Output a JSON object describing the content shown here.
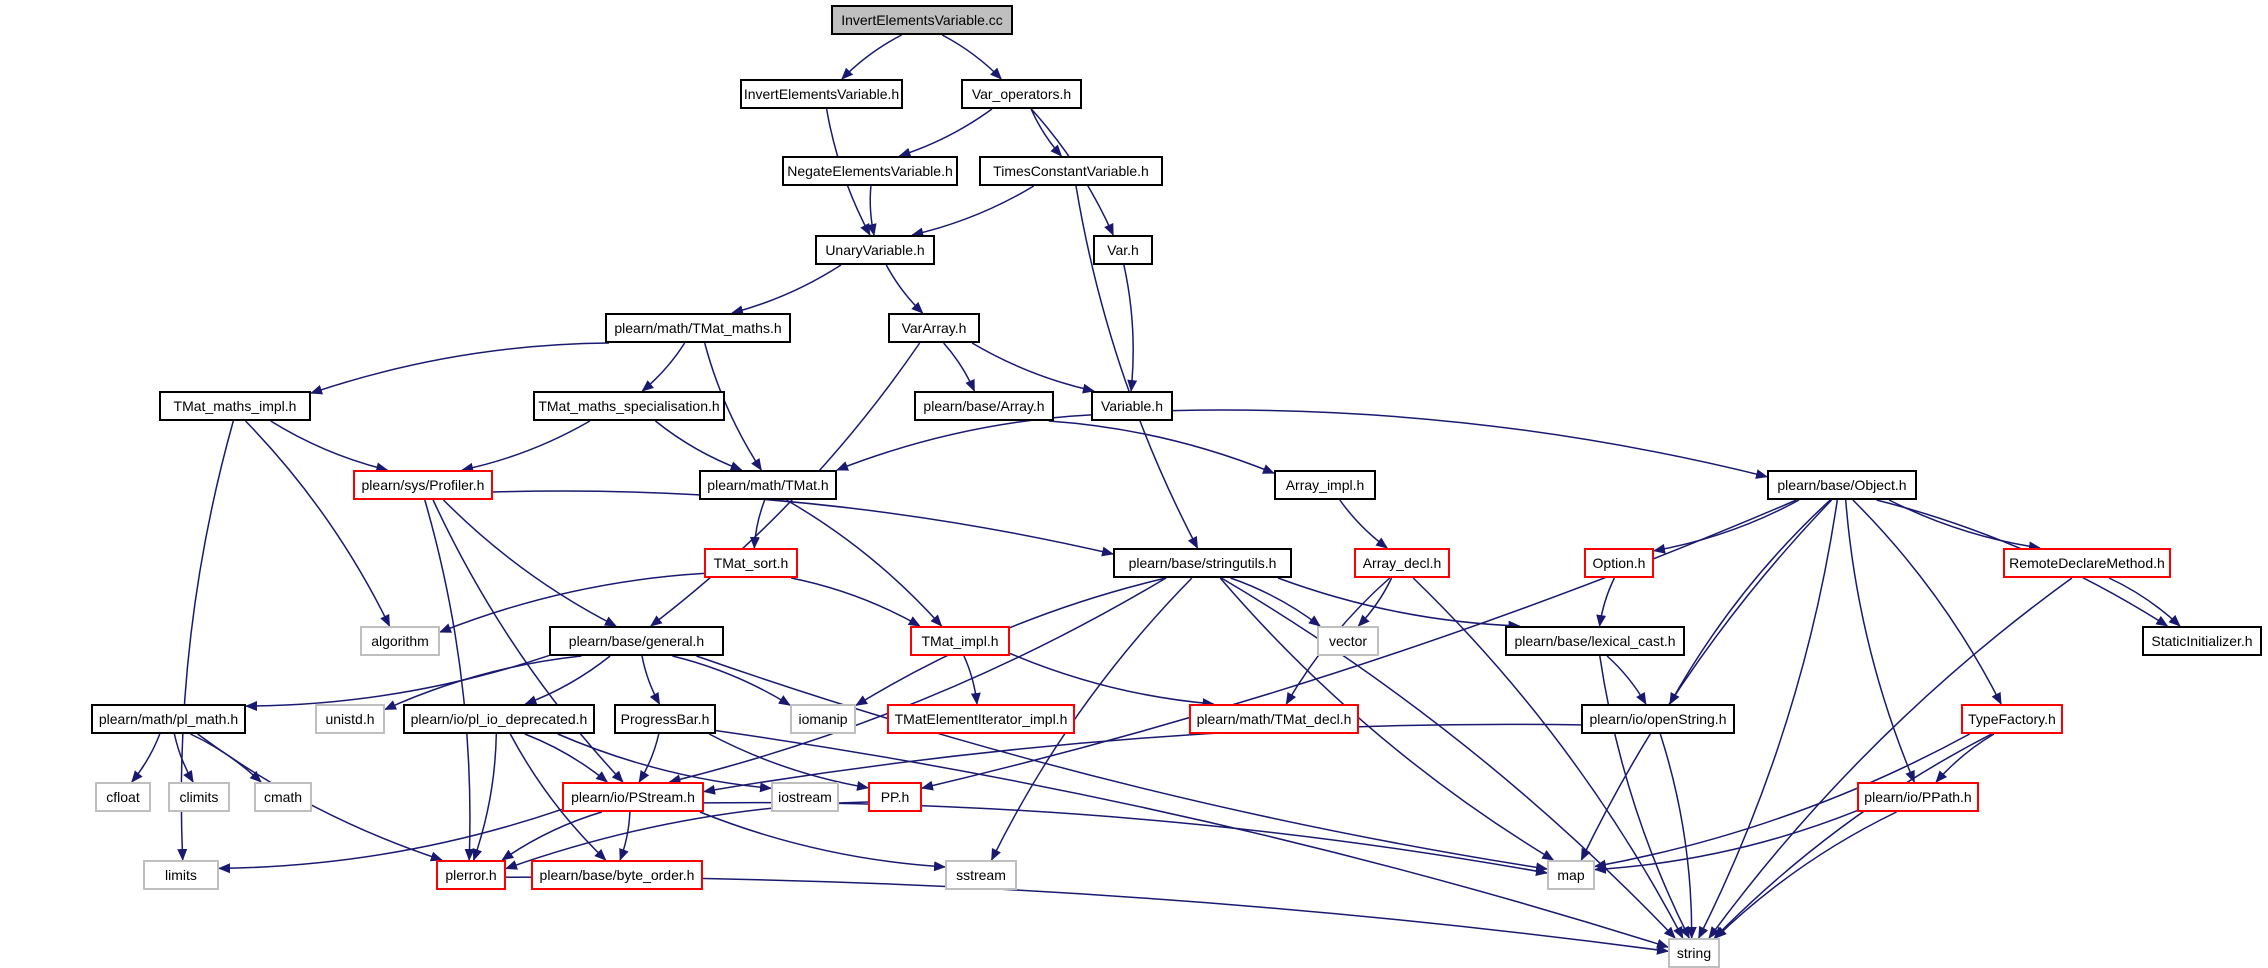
{
  "colors": {
    "edge": "#191970",
    "border_default": "#000000",
    "border_incomplete": "#ff0000",
    "border_system": "#bfbfbf",
    "fill_root": "#bfbfbf",
    "fill_default": "#ffffff"
  },
  "nodes": [
    {
      "id": "root",
      "label": "InvertElementsVariable.cc",
      "kind": "root"
    },
    {
      "id": "invh",
      "label": "InvertElementsVariable.h",
      "kind": "normal"
    },
    {
      "id": "varops",
      "label": "Var_operators.h",
      "kind": "normal"
    },
    {
      "id": "negate",
      "label": "NegateElementsVariable.h",
      "kind": "normal"
    },
    {
      "id": "timesc",
      "label": "TimesConstantVariable.h",
      "kind": "normal"
    },
    {
      "id": "unary",
      "label": "UnaryVariable.h",
      "kind": "normal"
    },
    {
      "id": "varh",
      "label": "Var.h",
      "kind": "normal"
    },
    {
      "id": "tmatmaths",
      "label": "plearn/math/TMat_maths.h",
      "kind": "normal"
    },
    {
      "id": "vararray",
      "label": "VarArray.h",
      "kind": "normal"
    },
    {
      "id": "tmatmathsimpl",
      "label": "TMat_maths_impl.h",
      "kind": "normal"
    },
    {
      "id": "tmatspec",
      "label": "TMat_maths_specialisation.h",
      "kind": "normal"
    },
    {
      "id": "arrayh",
      "label": "plearn/base/Array.h",
      "kind": "normal"
    },
    {
      "id": "variable",
      "label": "Variable.h",
      "kind": "normal"
    },
    {
      "id": "profiler",
      "label": "plearn/sys/Profiler.h",
      "kind": "incomplete"
    },
    {
      "id": "tmath",
      "label": "plearn/math/TMat.h",
      "kind": "normal"
    },
    {
      "id": "arrayimpl",
      "label": "Array_impl.h",
      "kind": "normal"
    },
    {
      "id": "object",
      "label": "plearn/base/Object.h",
      "kind": "normal"
    },
    {
      "id": "tmatsort",
      "label": "TMat_sort.h",
      "kind": "incomplete"
    },
    {
      "id": "stringutils",
      "label": "plearn/base/stringutils.h",
      "kind": "normal"
    },
    {
      "id": "arraydecl",
      "label": "Array_decl.h",
      "kind": "incomplete"
    },
    {
      "id": "option",
      "label": "Option.h",
      "kind": "incomplete"
    },
    {
      "id": "remotedecl",
      "label": "RemoteDeclareMethod.h",
      "kind": "incomplete"
    },
    {
      "id": "algorithm",
      "label": "algorithm",
      "kind": "system"
    },
    {
      "id": "general",
      "label": "plearn/base/general.h",
      "kind": "normal"
    },
    {
      "id": "tmatimpl",
      "label": "TMat_impl.h",
      "kind": "incomplete"
    },
    {
      "id": "vector",
      "label": "vector",
      "kind": "system"
    },
    {
      "id": "lexical",
      "label": "plearn/base/lexical_cast.h",
      "kind": "normal"
    },
    {
      "id": "staticinit",
      "label": "StaticInitializer.h",
      "kind": "normal"
    },
    {
      "id": "plmath",
      "label": "plearn/math/pl_math.h",
      "kind": "normal"
    },
    {
      "id": "unistd",
      "label": "unistd.h",
      "kind": "system"
    },
    {
      "id": "plio",
      "label": "plearn/io/pl_io_deprecated.h",
      "kind": "normal"
    },
    {
      "id": "progress",
      "label": "ProgressBar.h",
      "kind": "normal"
    },
    {
      "id": "iomanip",
      "label": "iomanip",
      "kind": "system"
    },
    {
      "id": "tmatiter",
      "label": "TMatElementIterator_impl.h",
      "kind": "incomplete"
    },
    {
      "id": "tmatdecl",
      "label": "plearn/math/TMat_decl.h",
      "kind": "incomplete"
    },
    {
      "id": "openstring",
      "label": "plearn/io/openString.h",
      "kind": "normal"
    },
    {
      "id": "typefactory",
      "label": "TypeFactory.h",
      "kind": "incomplete"
    },
    {
      "id": "cfloat",
      "label": "cfloat",
      "kind": "system"
    },
    {
      "id": "climits",
      "label": "climits",
      "kind": "system"
    },
    {
      "id": "cmath",
      "label": "cmath",
      "kind": "system"
    },
    {
      "id": "pstream",
      "label": "plearn/io/PStream.h",
      "kind": "incomplete"
    },
    {
      "id": "iostream",
      "label": "iostream",
      "kind": "system"
    },
    {
      "id": "pph",
      "label": "PP.h",
      "kind": "incomplete"
    },
    {
      "id": "ppath",
      "label": "plearn/io/PPath.h",
      "kind": "incomplete"
    },
    {
      "id": "limits",
      "label": "limits",
      "kind": "system"
    },
    {
      "id": "plerror",
      "label": "plerror.h",
      "kind": "incomplete"
    },
    {
      "id": "byteorder",
      "label": "plearn/base/byte_order.h",
      "kind": "incomplete"
    },
    {
      "id": "sstream",
      "label": "sstream",
      "kind": "system"
    },
    {
      "id": "map",
      "label": "map",
      "kind": "system"
    },
    {
      "id": "string",
      "label": "string",
      "kind": "system"
    }
  ],
  "edges": [
    [
      "root",
      "invh"
    ],
    [
      "root",
      "varops"
    ],
    [
      "invh",
      "unary"
    ],
    [
      "varops",
      "negate"
    ],
    [
      "varops",
      "timesc"
    ],
    [
      "varops",
      "varh"
    ],
    [
      "negate",
      "unary"
    ],
    [
      "timesc",
      "unary"
    ],
    [
      "timesc",
      "stringutils"
    ],
    [
      "unary",
      "tmatmaths"
    ],
    [
      "unary",
      "vararray"
    ],
    [
      "varh",
      "variable"
    ],
    [
      "tmatmaths",
      "tmatmathsimpl"
    ],
    [
      "tmatmaths",
      "tmatspec"
    ],
    [
      "tmatmaths",
      "tmath"
    ],
    [
      "vararray",
      "arrayh"
    ],
    [
      "vararray",
      "variable"
    ],
    [
      "vararray",
      "general"
    ],
    [
      "tmatmathsimpl",
      "profiler"
    ],
    [
      "tmatmathsimpl",
      "algorithm"
    ],
    [
      "tmatmathsimpl",
      "limits"
    ],
    [
      "tmatspec",
      "profiler"
    ],
    [
      "tmatspec",
      "tmath"
    ],
    [
      "arrayh",
      "arrayimpl"
    ],
    [
      "variable",
      "tmath"
    ],
    [
      "variable",
      "object"
    ],
    [
      "profiler",
      "general"
    ],
    [
      "profiler",
      "stringutils"
    ],
    [
      "profiler",
      "pstream"
    ],
    [
      "profiler",
      "plerror"
    ],
    [
      "tmath",
      "tmatsort"
    ],
    [
      "tmath",
      "tmatimpl"
    ],
    [
      "arrayimpl",
      "arraydecl"
    ],
    [
      "object",
      "option"
    ],
    [
      "object",
      "remotedecl"
    ],
    [
      "object",
      "staticinit"
    ],
    [
      "object",
      "openstring"
    ],
    [
      "object",
      "pph"
    ],
    [
      "object",
      "map"
    ],
    [
      "object",
      "string"
    ],
    [
      "object",
      "ppath"
    ],
    [
      "object",
      "typefactory"
    ],
    [
      "tmatsort",
      "algorithm"
    ],
    [
      "tmatsort",
      "tmatimpl"
    ],
    [
      "stringutils",
      "iomanip"
    ],
    [
      "stringutils",
      "vector"
    ],
    [
      "stringutils",
      "lexical"
    ],
    [
      "stringutils",
      "pstream"
    ],
    [
      "stringutils",
      "sstream"
    ],
    [
      "stringutils",
      "string"
    ],
    [
      "stringutils",
      "map"
    ],
    [
      "arraydecl",
      "vector"
    ],
    [
      "arraydecl",
      "tmatdecl"
    ],
    [
      "arraydecl",
      "string"
    ],
    [
      "option",
      "lexical"
    ],
    [
      "remotedecl",
      "staticinit"
    ],
    [
      "remotedecl",
      "string"
    ],
    [
      "general",
      "plmath"
    ],
    [
      "general",
      "unistd"
    ],
    [
      "general",
      "plio"
    ],
    [
      "general",
      "progress"
    ],
    [
      "general",
      "iomanip"
    ],
    [
      "general",
      "map"
    ],
    [
      "tmatimpl",
      "tmatiter"
    ],
    [
      "tmatimpl",
      "tmatdecl"
    ],
    [
      "lexical",
      "openstring"
    ],
    [
      "lexical",
      "string"
    ],
    [
      "plmath",
      "cfloat"
    ],
    [
      "plmath",
      "climits"
    ],
    [
      "plmath",
      "cmath"
    ],
    [
      "plmath",
      "plerror"
    ],
    [
      "plio",
      "pstream"
    ],
    [
      "plio",
      "iostream"
    ],
    [
      "plio",
      "plerror"
    ],
    [
      "plio",
      "byteorder"
    ],
    [
      "progress",
      "pstream"
    ],
    [
      "progress",
      "pph"
    ],
    [
      "progress",
      "string"
    ],
    [
      "openstring",
      "pstream"
    ],
    [
      "openstring",
      "string"
    ],
    [
      "typefactory",
      "ppath"
    ],
    [
      "typefactory",
      "map"
    ],
    [
      "typefactory",
      "string"
    ],
    [
      "pstream",
      "limits"
    ],
    [
      "pstream",
      "plerror"
    ],
    [
      "pstream",
      "byteorder"
    ],
    [
      "pstream",
      "sstream"
    ],
    [
      "pstream",
      "map"
    ],
    [
      "pph",
      "plerror"
    ],
    [
      "ppath",
      "map"
    ],
    [
      "ppath",
      "string"
    ],
    [
      "plerror",
      "string"
    ]
  ]
}
